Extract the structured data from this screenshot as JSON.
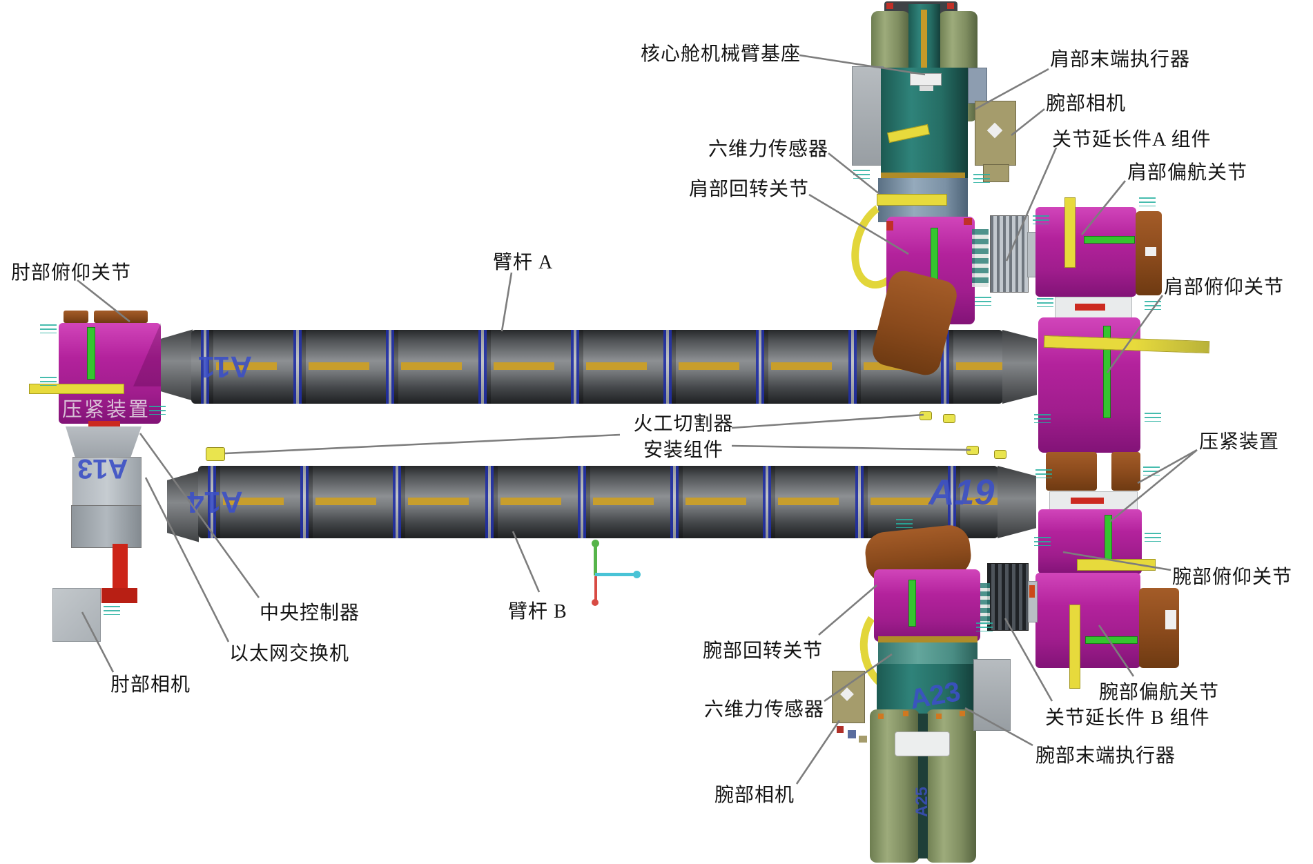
{
  "figure_type": "labeled engineering diagram of a space-station robotic arm",
  "colors": {
    "background": "#ffffff",
    "joint_magenta": "#b3229c",
    "boom_gray": "#7a7d80",
    "boom_ring_blue": "#2e44b0",
    "boom_stripe_yellow": "#c89e2c",
    "base_olive": "#8a9868",
    "body_teal": "#2f837a",
    "sensor_ring_bluegray": "#8ba0b3",
    "cap_brown": "#8a4a1c",
    "slot_green": "#35c52f",
    "accent_yellow": "#e7da3c",
    "leader_line": "#7d7d7d",
    "marking_blue": "#3c50c6",
    "axis_green": "#56b44a",
    "axis_cyan": "#49c3d6",
    "axis_red": "#d84b44"
  },
  "labels": [
    {
      "id": "core-module-arm-base",
      "text": "核心舱机械臂基座"
    },
    {
      "id": "shoulder-end-effector",
      "text": "肩部末端执行器"
    },
    {
      "id": "wrist-camera-top",
      "text": "腕部相机"
    },
    {
      "id": "joint-extension-a",
      "text": "关节延长件A 组件"
    },
    {
      "id": "shoulder-yaw-joint",
      "text": "肩部偏航关节"
    },
    {
      "id": "force-sensor-top",
      "text": "六维力传感器"
    },
    {
      "id": "shoulder-roll-joint",
      "text": "肩部回转关节"
    },
    {
      "id": "shoulder-pitch-joint",
      "text": "肩部俯仰关节"
    },
    {
      "id": "elbow-pitch-joint",
      "text": "肘部俯仰关节"
    },
    {
      "id": "boom-a",
      "text": "臂杆 A"
    },
    {
      "id": "pyro-cutter",
      "text": "火工切割器",
      "text2": "安装组件"
    },
    {
      "id": "hold-down-device",
      "text": "压紧装置"
    },
    {
      "id": "wrist-pitch-joint",
      "text": "腕部俯仰关节"
    },
    {
      "id": "central-controller",
      "text": "中央控制器"
    },
    {
      "id": "boom-b",
      "text": "臂杆 B"
    },
    {
      "id": "ethernet-switch",
      "text": "以太网交换机"
    },
    {
      "id": "elbow-camera",
      "text": "肘部相机"
    },
    {
      "id": "wrist-roll-joint",
      "text": "腕部回转关节"
    },
    {
      "id": "force-sensor-bottom",
      "text": "六维力传感器"
    },
    {
      "id": "wrist-camera-bottom",
      "text": "腕部相机"
    },
    {
      "id": "wrist-yaw-joint",
      "text": "腕部偏航关节"
    },
    {
      "id": "joint-extension-b",
      "text": "关节延长件 B 组件"
    },
    {
      "id": "wrist-end-effector",
      "text": "腕部末端执行器"
    }
  ],
  "boom_markings": {
    "boom_a_left": "A11",
    "boom_b_left": "A14",
    "boom_b_right": "A19",
    "wrist_body": "A23",
    "wrist_lower": "A25"
  },
  "watermark_on_elbow_joint": "压紧装置"
}
